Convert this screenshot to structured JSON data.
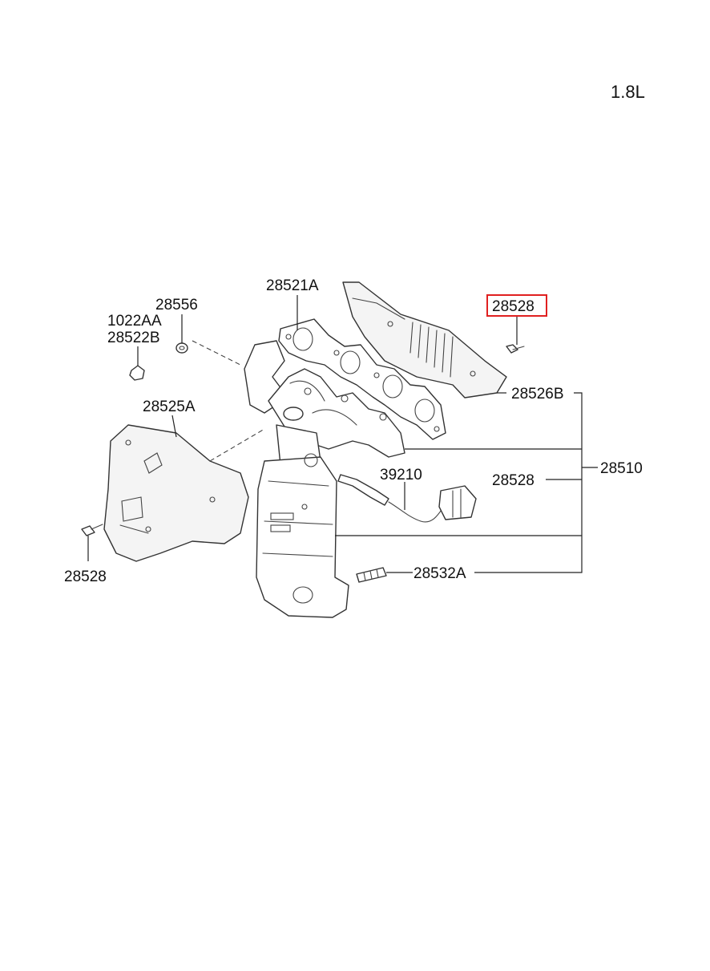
{
  "engine_label": "1.8L",
  "parts": {
    "p28521A": "28521A",
    "p28556": "28556",
    "p1022AA": "1022AA",
    "p28522B": "28522B",
    "p28528_top": "28528",
    "p28526B": "28526B",
    "p28525A": "28525A",
    "p39210": "39210",
    "p28528_mid": "28528",
    "p28510": "28510",
    "p28528_left": "28528",
    "p28532A": "28532A"
  },
  "colors": {
    "highlight": "#e02020",
    "line": "#222222"
  }
}
